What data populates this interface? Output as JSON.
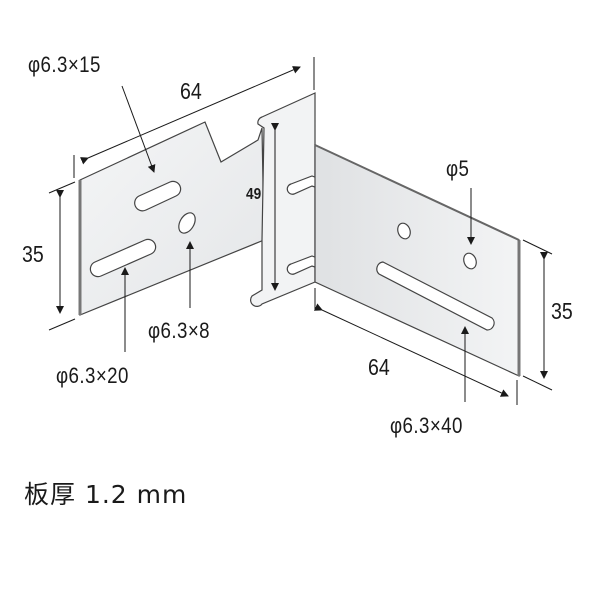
{
  "diagram": {
    "subject": "L-shaped metal bracket",
    "callouts": {
      "hole_top_left": "φ6.3×15",
      "hole_bottom_left": "φ6.3×20",
      "hole_small_left": "φ6.3×8",
      "hole_round_right": "φ5",
      "hole_long_right": "φ6.3×40"
    },
    "dimensions": {
      "left_length": "64",
      "left_height": "35",
      "center_height": "49",
      "right_length": "64",
      "right_height": "35"
    },
    "thickness_label": "板厚 1.2 mm"
  },
  "colors": {
    "line": "#1a1a1a",
    "plate_fill": "#eeeff0",
    "plate_edge": "#555555"
  }
}
